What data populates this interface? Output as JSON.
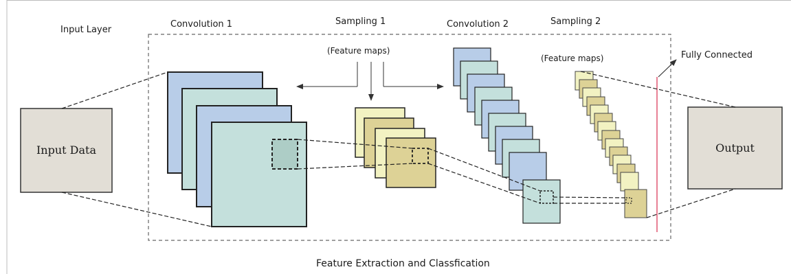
{
  "labels": {
    "input_layer": "Input Layer",
    "convolution_1": "Convolution 1",
    "sampling_1": "Sampling 1",
    "convolution_2": "Convolution 2",
    "sampling_2": "Sampling 2",
    "feature_maps_1": "(Feature maps)",
    "feature_maps_2": "(Feature maps)",
    "fully_connected": "Fully Connected",
    "input_data": "Input Data",
    "output": "Output",
    "caption": "Feature Extraction and Classfication"
  },
  "colors": {
    "blue_map": "#b8cde8",
    "teal_map": "#c4e0dc",
    "yellow_map": "#f2f2c2",
    "tan_map": "#ddd296",
    "gray_box": "#e2ded6",
    "fc_line": "#e05670",
    "stroke": "#222222",
    "dashed_frame": "#666666"
  },
  "layers": {
    "convolution_1_maps": 4,
    "sampling_1_maps": 4,
    "convolution_2_maps": 10,
    "sampling_2_maps": 14
  }
}
